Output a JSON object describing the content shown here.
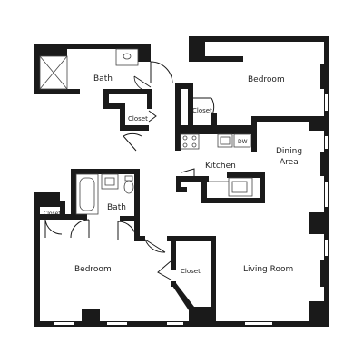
{
  "colors": {
    "wall": "#1a1a1a",
    "fixture": "#444444",
    "background": "#ffffff",
    "label": "#222222"
  },
  "rooms": {
    "bath_top": "Bath",
    "bedroom_top": "Bedroom",
    "closet_top_left": "Closet",
    "closet_top_center": "Closet",
    "dining_line1": "Dining",
    "dining_line2": "Area",
    "kitchen": "Kitchen",
    "bath_mid": "Bath",
    "closet_left": "Closet",
    "bedroom_bottom": "Bedroom",
    "closet_bottom": "Closet",
    "living_room": "Living Room"
  },
  "appliances": {
    "dishwasher": "DW"
  }
}
